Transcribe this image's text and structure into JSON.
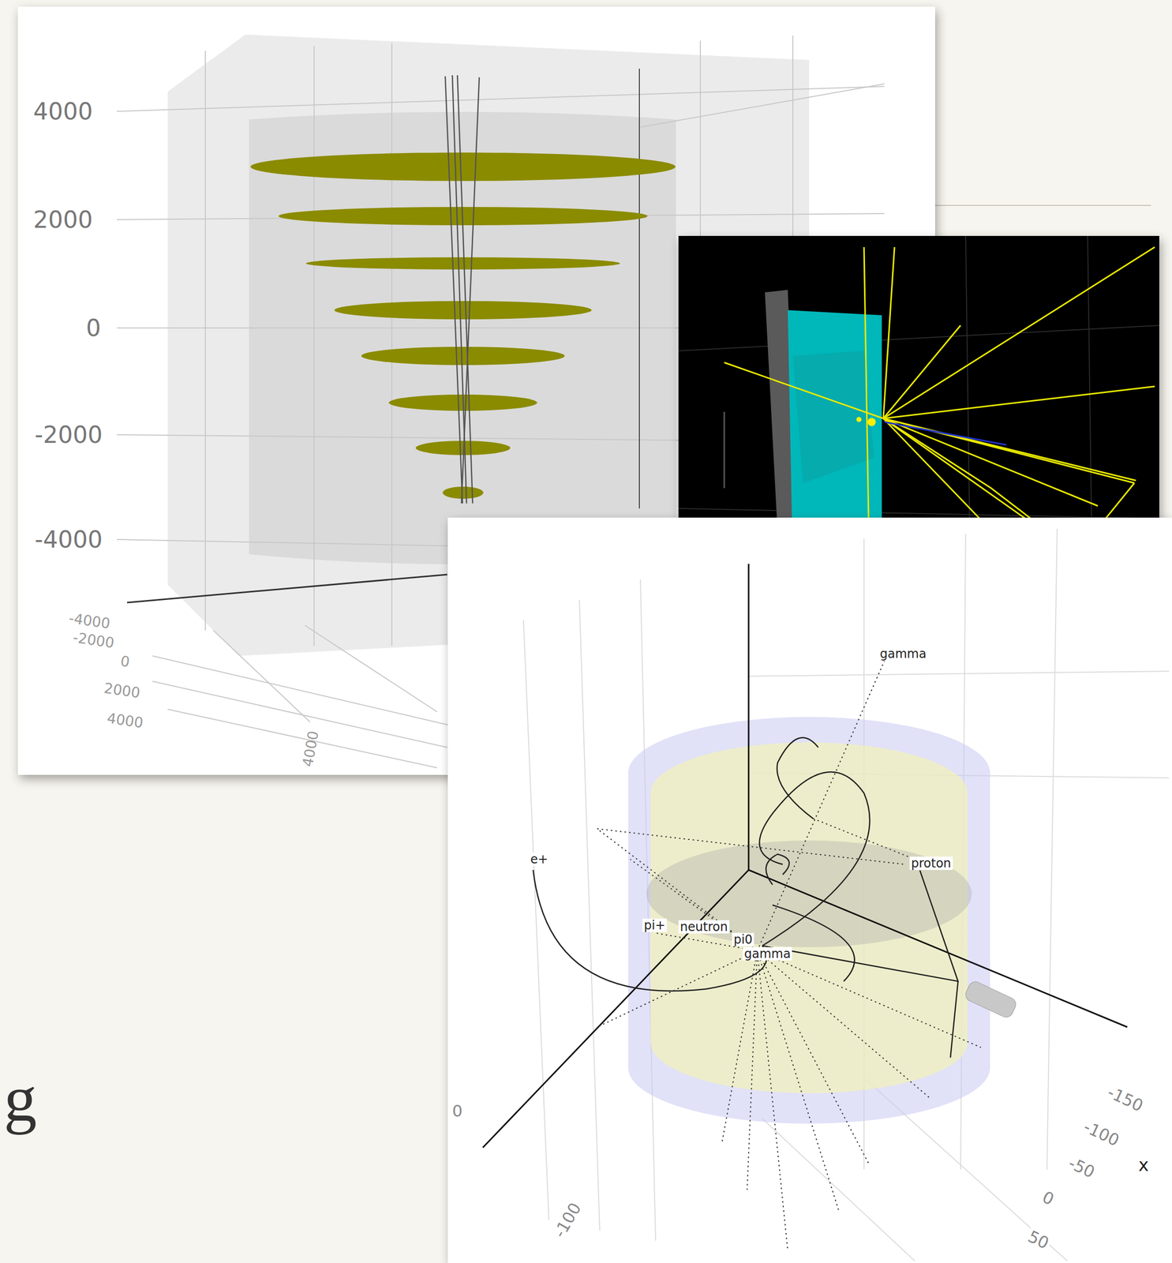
{
  "diagram": {
    "labels": [
      "4000",
      "2000",
      "0",
      "-2000",
      "-4000",
      "-4000",
      "-2000",
      "0",
      "2000",
      "4000",
      "4000",
      "gamma",
      "e+",
      "proton",
      "pi+",
      "neutron",
      "pi0",
      "gamma",
      "-150",
      "-100",
      "-50",
      "0",
      "50",
      "x",
      "-100",
      "0",
      "g"
    ]
  }
}
